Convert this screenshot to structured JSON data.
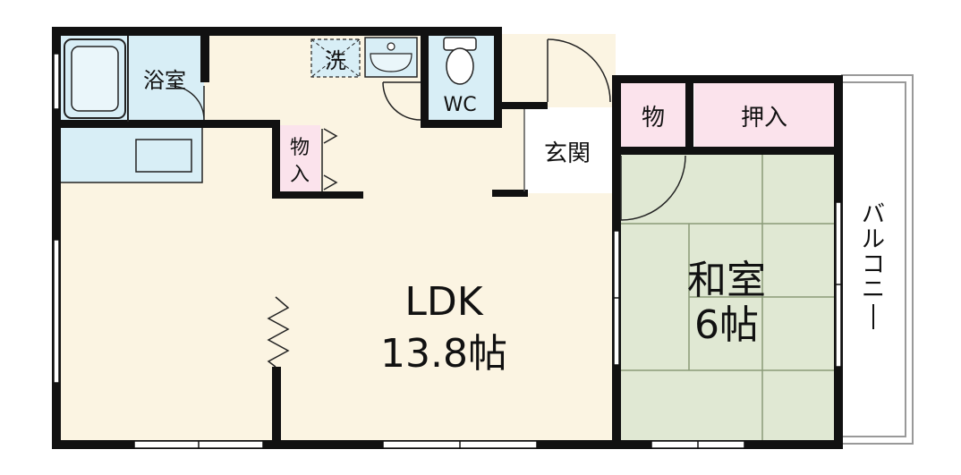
{
  "plan": {
    "colors": {
      "wall": "#111111",
      "ldk_floor": "#fbf4e2",
      "wet_area": "#d8eef6",
      "closet": "#fbe3ec",
      "tatami": "#e0e8d3",
      "tatami_line": "#8a9a78",
      "balcony_line": "#999999"
    },
    "rooms": {
      "bath": "浴室",
      "washer": "洗",
      "toilet": "WC",
      "closet_small": "物入",
      "entrance": "玄関",
      "ldk_name": "LDK",
      "ldk_size": "13.8帖",
      "washitsu_name": "和室",
      "washitsu_size": "6帖",
      "storage": "物",
      "oshiire": "押入",
      "balcony": "バルコニー"
    }
  }
}
